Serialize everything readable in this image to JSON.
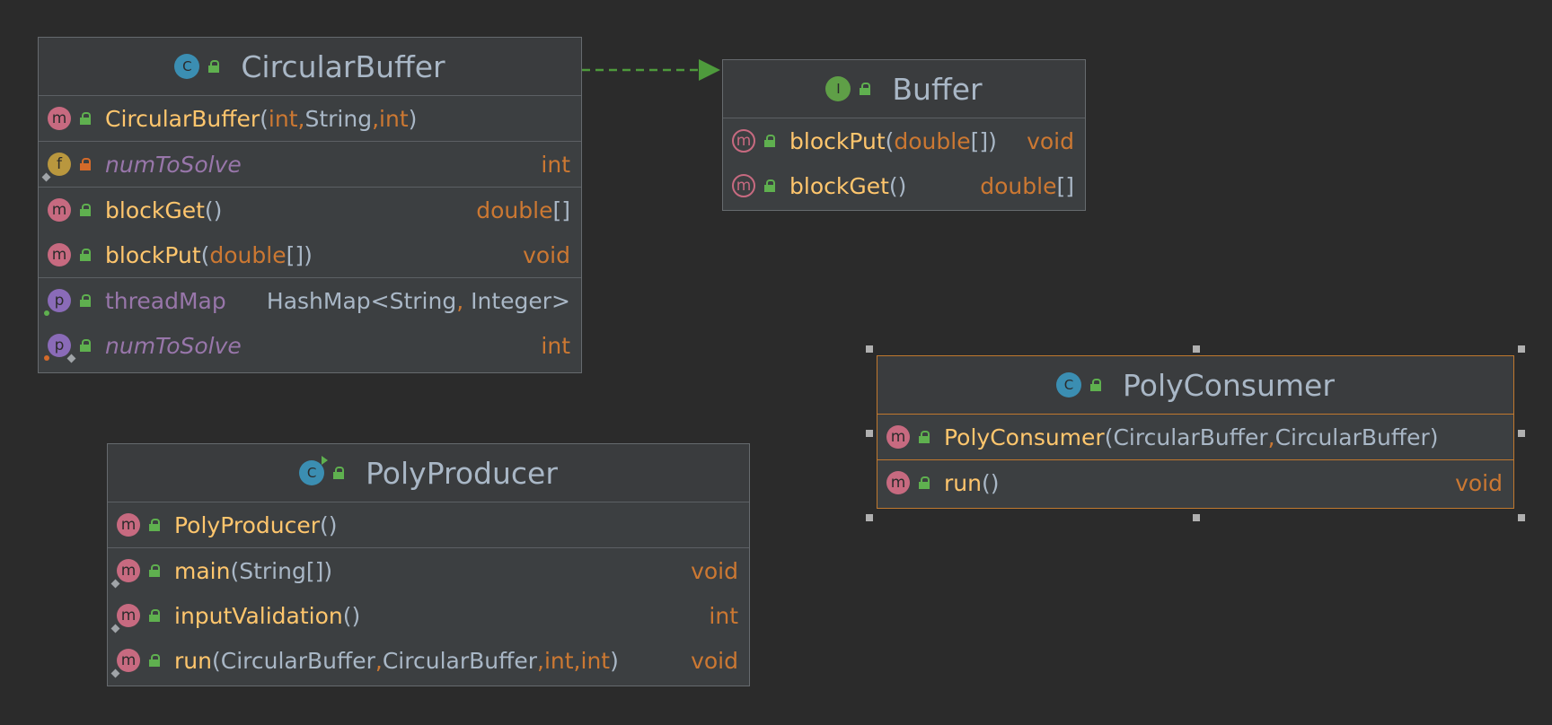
{
  "classes": {
    "circular_buffer": {
      "title": "CircularBuffer",
      "ctor": {
        "name": "CircularBuffer",
        "open": " (",
        "p1": "int",
        "c1": ", ",
        "p2": "String",
        "c2": ", ",
        "p3": "int",
        "close": ")"
      },
      "field": {
        "name": "numToSolve",
        "type": "int"
      },
      "m1": {
        "name": "blockGet",
        "params": "()",
        "ret": "double",
        "ret_suffix": "[]"
      },
      "m2": {
        "name": "blockPut",
        "open": "(",
        "p1": "double",
        "p1_suffix": "[]",
        "close": ")",
        "ret": "void"
      },
      "p1": {
        "name": "threadMap",
        "type_a": "HashMap<String",
        "comma": ", ",
        "type_b": "Integer>"
      },
      "p2": {
        "name": "numToSolve",
        "type": "int"
      }
    },
    "buffer": {
      "title": "Buffer",
      "m1": {
        "name": "blockPut",
        "open": "(",
        "p1": "double",
        "p1_suffix": "[]",
        "close": ")",
        "ret": "void"
      },
      "m2": {
        "name": "blockGet",
        "params": "()",
        "ret": "double",
        "ret_suffix": "[]"
      }
    },
    "poly_consumer": {
      "title": "PolyConsumer",
      "ctor": {
        "name": "PolyConsumer",
        "open": "(",
        "p1": "CircularBuffer",
        "c1": ", ",
        "p2": "CircularBuffer",
        "close": ")"
      },
      "m1": {
        "name": "run",
        "params": "()",
        "ret": "void"
      }
    },
    "poly_producer": {
      "title": "PolyProducer",
      "ctor": {
        "name": "PolyProducer",
        "params": "()"
      },
      "m1": {
        "name": "main",
        "open": "(",
        "p1": "String[]",
        "close": ")",
        "ret": "void"
      },
      "m2": {
        "name": "inputValidation",
        "params": "()",
        "ret": "int"
      },
      "m3": {
        "name": "run",
        "open": "(",
        "p1": "CircularBuffer",
        "c1": ", ",
        "p2": "CircularBuffer",
        "c2": ", ",
        "p3": "int",
        "c3": ", ",
        "p4": "int",
        "close": ")",
        "ret": "void"
      }
    }
  },
  "icons": {
    "class": "C",
    "interface": "I",
    "method": "m",
    "field": "f",
    "property": "p"
  },
  "colors": {
    "background": "#2b2b2b",
    "method_name": "#ffc66d",
    "keyword": "#cc7832",
    "field_name": "#9876aa",
    "edge": "#4e9a3c",
    "selection": "#c0782e"
  }
}
